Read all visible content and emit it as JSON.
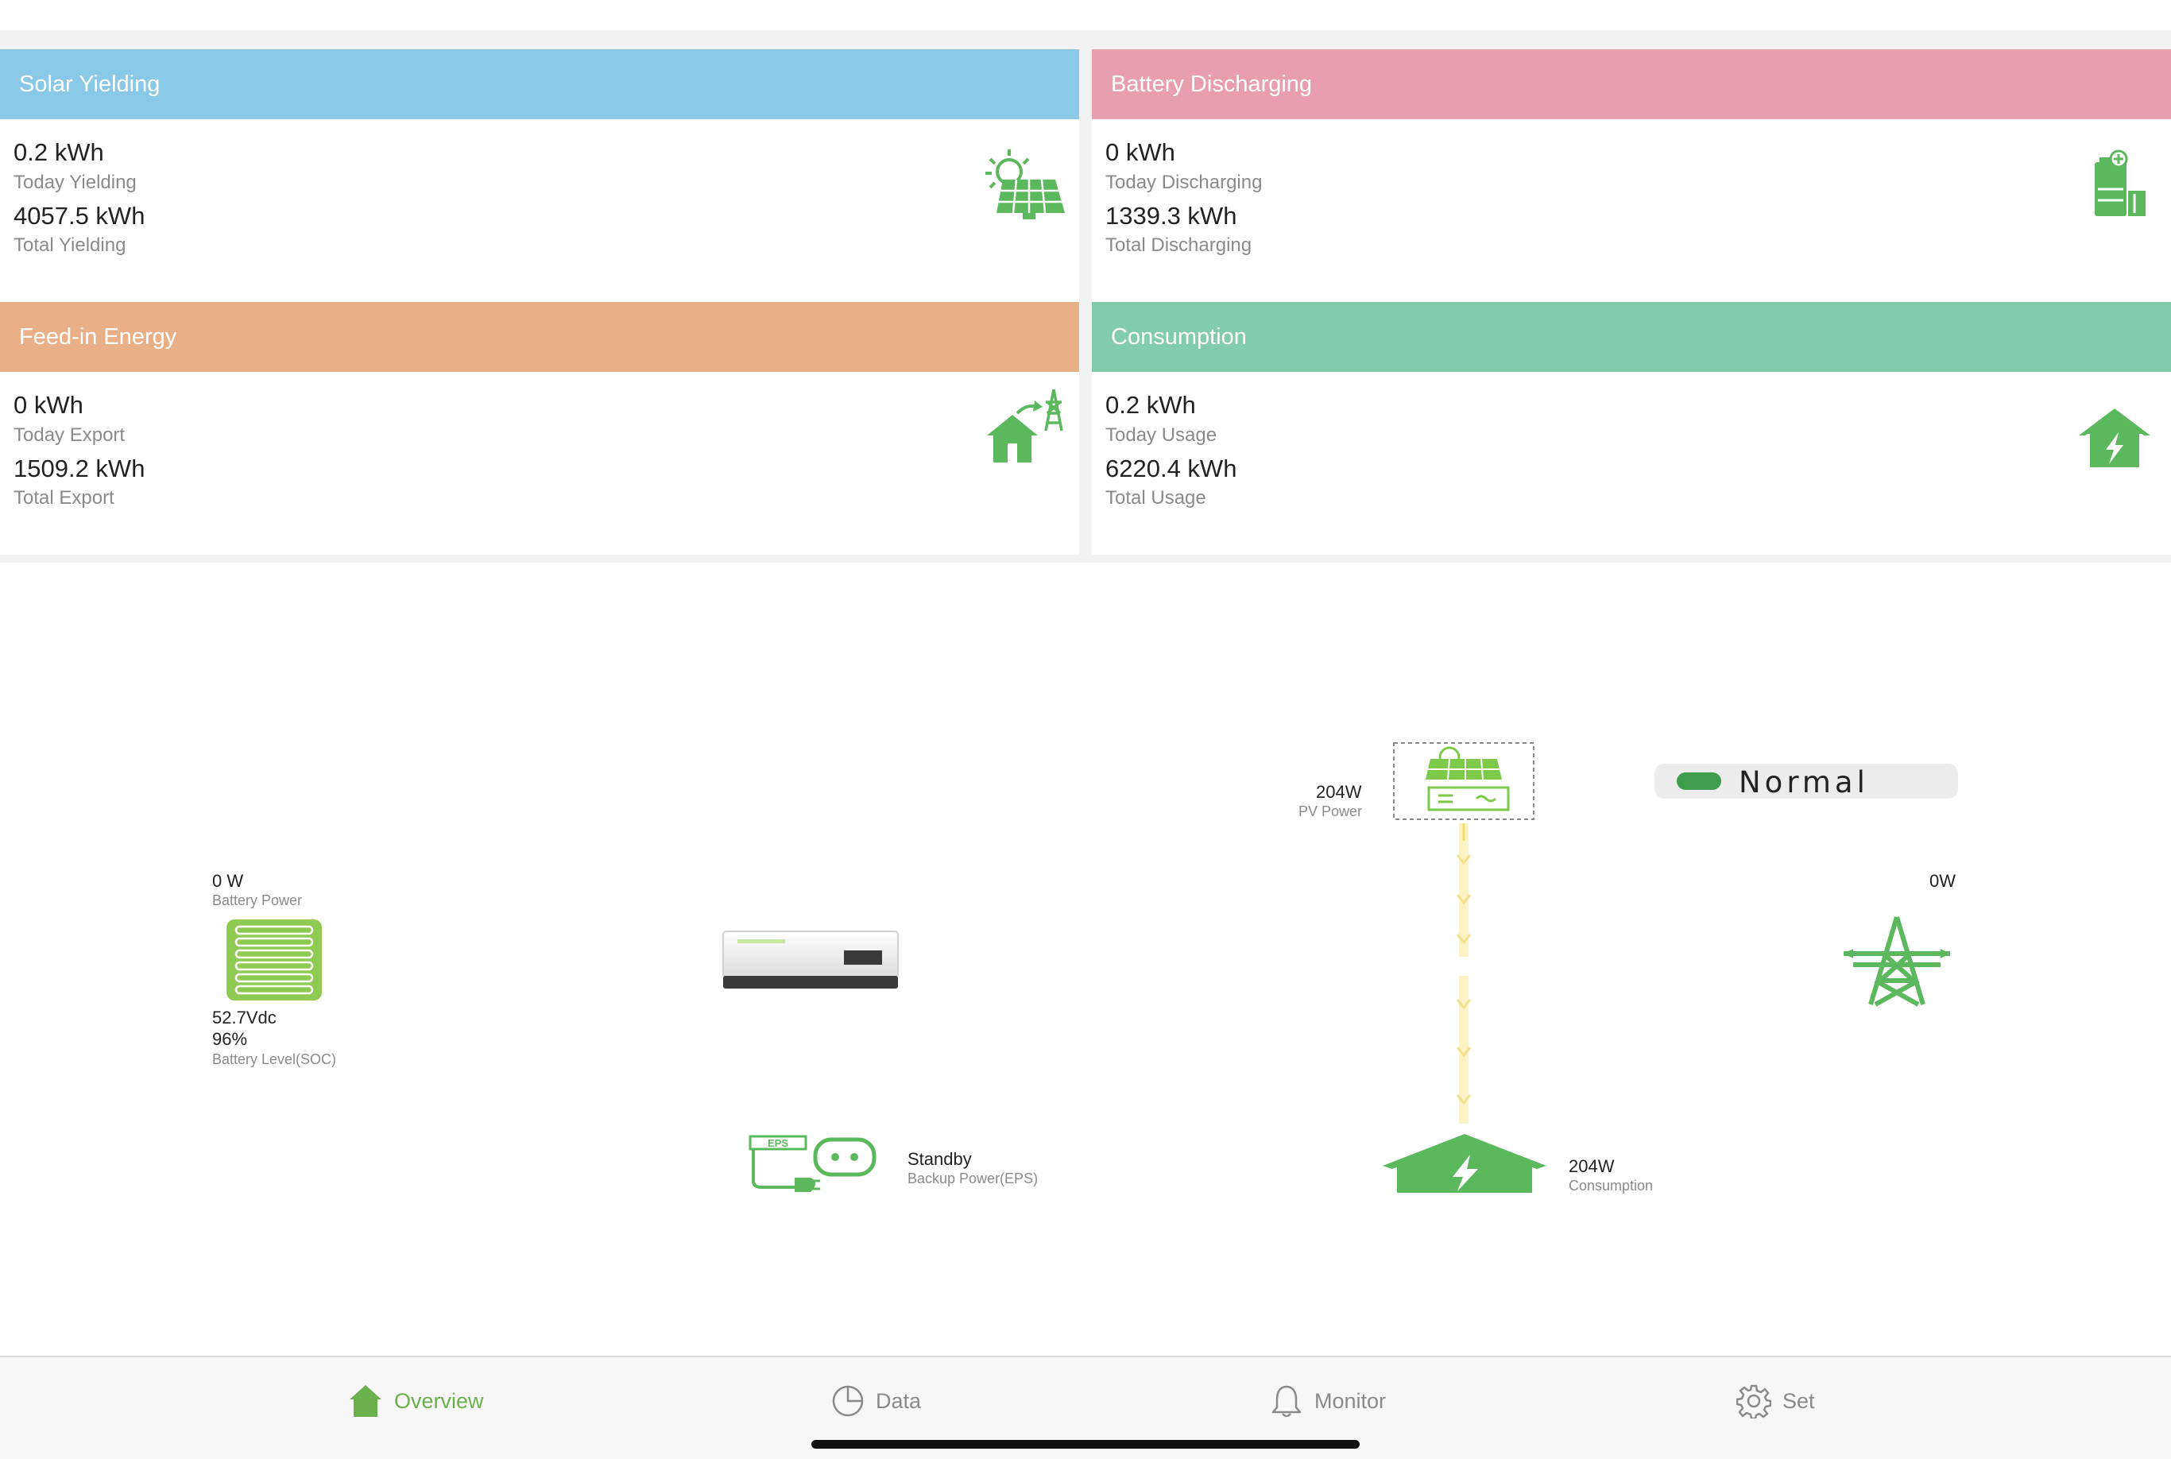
{
  "colors": {
    "solar": "#8ac8e8",
    "battery": "#e99eae",
    "feedin": "#e9b087",
    "consumption": "#82ccab",
    "accent_green": "#6ab04c",
    "status_dot": "#3e9e4e"
  },
  "cards": {
    "solar": {
      "title": "Solar Yielding",
      "today_value": "0.2 kWh",
      "today_label": "Today Yielding",
      "total_value": "4057.5 kWh",
      "total_label": "Total Yielding",
      "icon": "solar-panel-icon"
    },
    "battery": {
      "title": "Battery Discharging",
      "today_value": "0 kWh",
      "today_label": "Today Discharging",
      "total_value": "1339.3 kWh",
      "total_label": "Total Discharging",
      "icon": "battery-icon"
    },
    "feedin": {
      "title": "Feed-in Energy",
      "today_value": "0 kWh",
      "today_label": "Today Export",
      "total_value": "1509.2 kWh",
      "total_label": "Total Export",
      "icon": "house-grid-icon"
    },
    "consumption": {
      "title": "Consumption",
      "today_value": "0.2 kWh",
      "today_label": "Today Usage",
      "total_value": "6220.4 kWh",
      "total_label": "Total Usage",
      "icon": "house-bolt-icon"
    }
  },
  "flow": {
    "battery_power_value": "0 W",
    "battery_power_label": "Battery Power",
    "battery_voltage": "52.7Vdc",
    "battery_soc_value": "96%",
    "battery_soc_label": "Battery Level(SOC)",
    "battery_soc_level": 0.96,
    "pv_value": "204W",
    "pv_label": "PV Power",
    "grid_value": "0W",
    "eps_value": "Standby",
    "eps_label": "Backup Power(EPS)",
    "eps_badge": "EPS",
    "consumption_value": "204W",
    "consumption_label": "Consumption",
    "status": "Normal"
  },
  "nav": {
    "items": [
      {
        "label": "Overview",
        "icon": "home-icon",
        "active": true
      },
      {
        "label": "Data",
        "icon": "pie-chart-icon",
        "active": false
      },
      {
        "label": "Monitor",
        "icon": "bell-icon",
        "active": false
      },
      {
        "label": "Set",
        "icon": "gear-icon",
        "active": false
      }
    ]
  }
}
